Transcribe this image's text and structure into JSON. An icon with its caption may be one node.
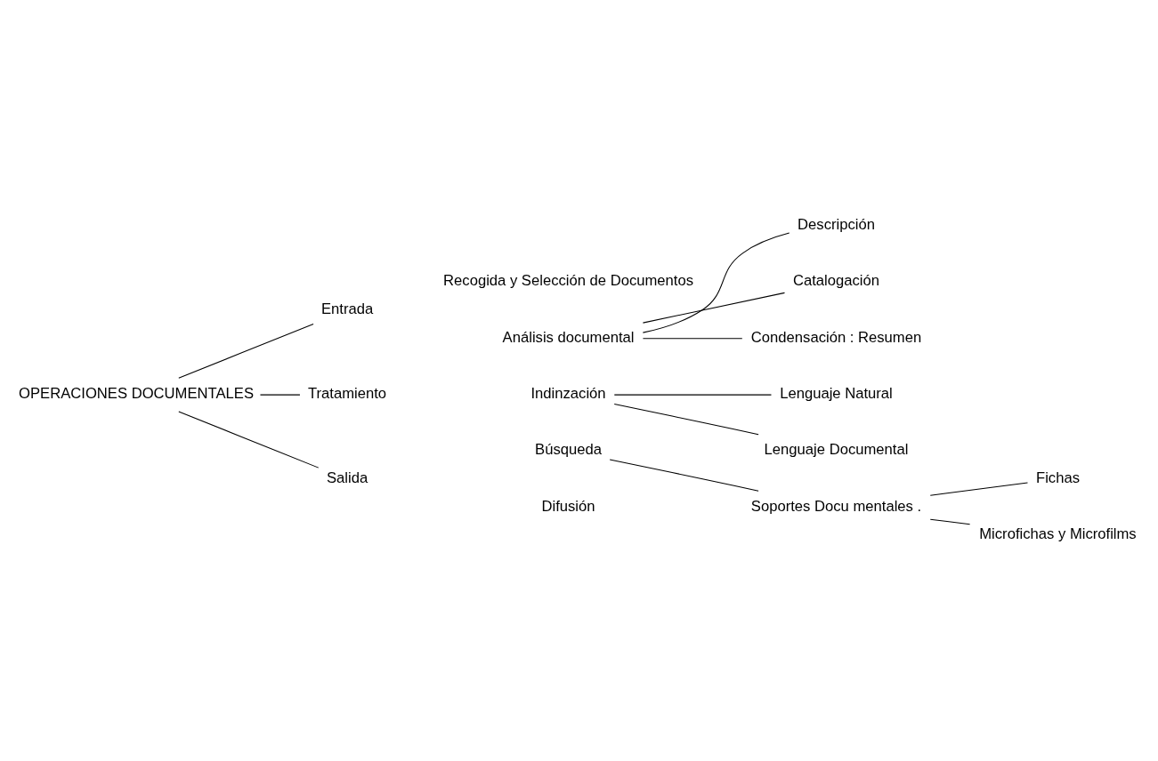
{
  "diagram": {
    "nodes": [
      {
        "text": [
          "OPERACIONES DOCUMENTALES"
        ]
      },
      {
        "text": [
          "Entrada"
        ]
      },
      {
        "text": [
          "Recogida y Selección de Documentos"
        ]
      },
      {
        "text": [
          "Tratamiento"
        ]
      },
      {
        "text": [
          "Análisis documental"
        ]
      },
      {
        "text": [
          "Descripción"
        ]
      },
      {
        "text": [
          "Catalogación"
        ]
      },
      {
        "text": [
          "Condensación : Resumen"
        ]
      },
      {
        "text": [
          "Indinzación"
        ]
      },
      {
        "text": [
          "Lenguaje Natural"
        ]
      },
      {
        "text": [
          "Lenguaje Documental"
        ]
      },
      {
        "text": [
          "Búsqueda"
        ]
      },
      {
        "text": [
          "Soportes Docu mentales ."
        ]
      },
      {
        "text": [
          "Fichas"
        ]
      },
      {
        "text": [
          "Microfichas y Microfilms"
        ]
      },
      {
        "text": [
          "Salida"
        ]
      },
      {
        "text": [
          "Difusión"
        ]
      }
    ],
    "edges": [
      {
        "from": 0,
        "to": 1,
        "arrow": "none"
      },
      {
        "from": 0,
        "to": 3,
        "arrow": "none"
      },
      {
        "from": 0,
        "to": 15,
        "arrow": "none"
      },
      {
        "from": 4,
        "to": 5,
        "arrow": "none"
      },
      {
        "from": 4,
        "to": 6,
        "arrow": "none"
      },
      {
        "from": 4,
        "to": 7,
        "arrow": "none"
      },
      {
        "from": 8,
        "to": 9,
        "arrow": "none"
      },
      {
        "from": 8,
        "to": 10,
        "arrow": "none"
      },
      {
        "from": 11,
        "to": 12,
        "arrow": "none"
      },
      {
        "from": 12,
        "to": 13,
        "arrow": "none"
      },
      {
        "from": 12,
        "to": 14,
        "arrow": "none"
      }
    ]
  }
}
